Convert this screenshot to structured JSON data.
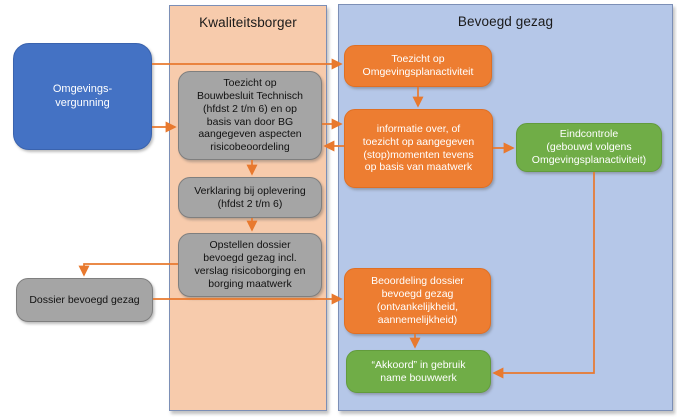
{
  "panels": {
    "kwaliteitsborger": {
      "title": "Kwaliteitsborger"
    },
    "bevoegd_gezag": {
      "title": "Bevoegd gezag"
    }
  },
  "nodes": {
    "omgevingsvergunning": {
      "label": "Omgevings-\nvergunning",
      "lane": "links",
      "color": "#4472C4"
    },
    "toezicht_bouwbesluit": {
      "label": "Toezicht op\nBouwbesluit Technisch\n(hfdst 2 t/m 6) en op\nbasis van door BG\naangegeven aspecten\nrisicobeoordeling",
      "lane": "kwaliteitsborger",
      "color": "#A5A5A5"
    },
    "verklaring_bij_oplevering": {
      "label": "Verklaring bij oplevering\n(hfdst 2 t/m 6)",
      "lane": "kwaliteitsborger",
      "color": "#A5A5A5"
    },
    "opstellen_dossier": {
      "label": "Opstellen dossier\nbevoegd gezag incl.\nverslag risicoborging en\nborging maatwerk",
      "lane": "kwaliteitsborger",
      "color": "#A5A5A5"
    },
    "dossier_bevoegd_gezag": {
      "label": "Dossier bevoegd gezag",
      "lane": "links",
      "color": "#A5A5A5"
    },
    "toezicht_omgevingsplanactiviteit": {
      "label": "Toezicht op\nOmgevingsplanactiviteit",
      "lane": "bevoegd_gezag",
      "color": "#ED7D31"
    },
    "informatie_toezicht_stopmomenten": {
      "label": "informatie over, of\ntoezicht op aangegeven\n(stop)momenten tevens\nop basis van maatwerk",
      "lane": "bevoegd_gezag",
      "color": "#ED7D31"
    },
    "eindcontrole": {
      "label": "Eindcontrole\n(gebouwd volgens\nOmgevingsplanactiviteit)",
      "lane": "bevoegd_gezag",
      "color": "#70AD47"
    },
    "beoordeling_dossier": {
      "label": "Beoordeling dossier\nbevoegd gezag\n(ontvankelijkheid,\naannemelijkheid)",
      "lane": "bevoegd_gezag",
      "color": "#ED7D31"
    },
    "akkoord_ingebruikname": {
      "label": "“Akkoord” in gebruik\nname bouwwerk",
      "lane": "bevoegd_gezag",
      "color": "#70AD47"
    }
  },
  "edges": [
    {
      "from": "omgevingsvergunning",
      "to": "toezicht_omgevingsplanactiviteit"
    },
    {
      "from": "omgevingsvergunning",
      "to": "toezicht_bouwbesluit"
    },
    {
      "from": "toezicht_bouwbesluit",
      "to": "informatie_toezicht_stopmomenten"
    },
    {
      "from": "informatie_toezicht_stopmomenten",
      "to": "toezicht_bouwbesluit"
    },
    {
      "from": "toezicht_bouwbesluit",
      "to": "verklaring_bij_oplevering"
    },
    {
      "from": "verklaring_bij_oplevering",
      "to": "opstellen_dossier"
    },
    {
      "from": "opstellen_dossier",
      "to": "dossier_bevoegd_gezag"
    },
    {
      "from": "dossier_bevoegd_gezag",
      "to": "beoordeling_dossier"
    },
    {
      "from": "toezicht_omgevingsplanactiviteit",
      "to": "informatie_toezicht_stopmomenten"
    },
    {
      "from": "informatie_toezicht_stopmomenten",
      "to": "eindcontrole"
    },
    {
      "from": "beoordeling_dossier",
      "to": "akkoord_ingebruikname"
    },
    {
      "from": "eindcontrole",
      "to": "akkoord_ingebruikname"
    }
  ],
  "colors": {
    "lane_kwaliteitsborger_bg": "#F7CBAC",
    "lane_bevoegd_gezag_bg": "#B5C7E8",
    "lane_border": "#7C8FB6",
    "node_blue": "#4472C4",
    "node_gray": "#A5A5A5",
    "node_orange": "#ED7D31",
    "node_green": "#70AD47",
    "arrow": "#E8792E"
  }
}
